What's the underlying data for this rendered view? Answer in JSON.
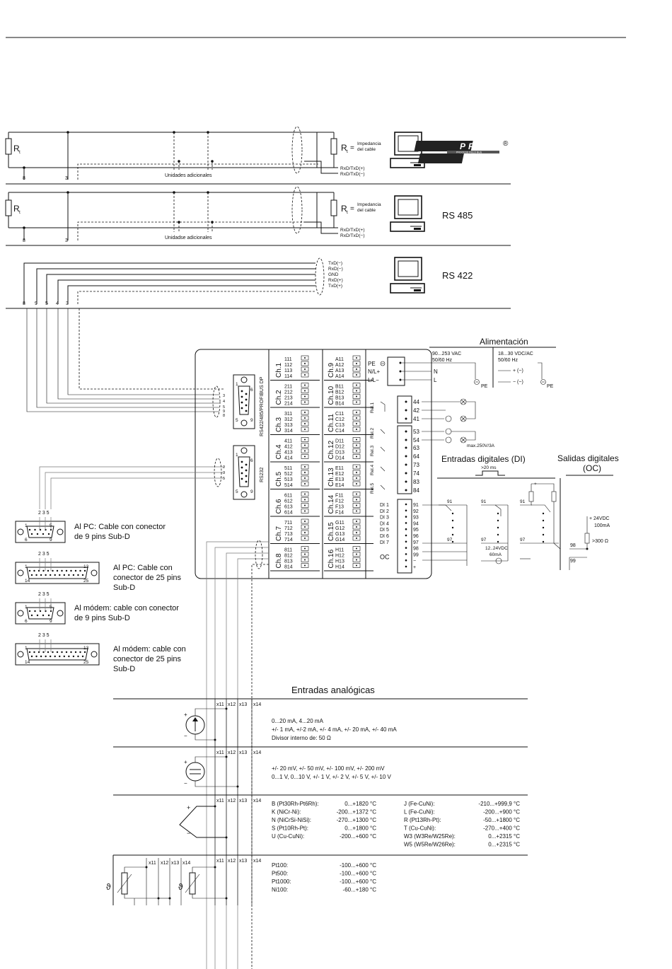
{
  "bus": {
    "profibus": {
      "r_label": "R",
      "r_sub": "t",
      "eq": "=",
      "impedance": [
        "Impedancia",
        "del cable"
      ],
      "signals": [
        "RxD/TxD(+)",
        "RxD/TxD(−)"
      ],
      "units": "Unidades adicionales",
      "terminals": [
        "8",
        "3"
      ],
      "logo_top": "PROFI",
      "logo_bottom": "BUS",
      "logo_reg": "®",
      "logo_small": "PROCESS FIELD BUS"
    },
    "rs485": {
      "r_label": "R",
      "r_sub": "t",
      "eq": "=",
      "impedance": [
        "Impedancia",
        "del cable"
      ],
      "signals": [
        "RxD/TxD(+)",
        "RxD/TxD(−)"
      ],
      "units": "Unidadse adicionales",
      "terminals": [
        "8",
        "3"
      ],
      "title": "RS 485"
    },
    "rs422": {
      "signals": [
        "TxD(−)",
        "RxD(−)",
        "GND",
        "RxD(+)",
        "TxD(+)"
      ],
      "terminals": [
        "8",
        "9",
        "5",
        "4",
        "3"
      ],
      "title": "RS 422"
    }
  },
  "device": {
    "port_a": "RS422/485/PROFIBUS DP",
    "port_b": "RS232",
    "port_a_pins": [
      "1",
      "6",
      "3",
      "4",
      "5",
      "9",
      "8",
      "5",
      "9"
    ],
    "port_b_pins": [
      "1",
      "6",
      "2",
      "3",
      "5",
      "5",
      "9"
    ],
    "channels_left": [
      {
        "name": "Ch.1",
        "terms": [
          "111",
          "112",
          "113",
          "114"
        ]
      },
      {
        "name": "Ch.2",
        "terms": [
          "211",
          "212",
          "213",
          "214"
        ]
      },
      {
        "name": "Ch.3",
        "terms": [
          "311",
          "312",
          "313",
          "314"
        ]
      },
      {
        "name": "Ch.4",
        "terms": [
          "411",
          "412",
          "413",
          "414"
        ]
      },
      {
        "name": "Ch.5",
        "terms": [
          "511",
          "512",
          "513",
          "514"
        ]
      },
      {
        "name": "Ch.6",
        "terms": [
          "611",
          "612",
          "613",
          "614"
        ]
      },
      {
        "name": "Ch.7",
        "terms": [
          "711",
          "712",
          "713",
          "714"
        ]
      },
      {
        "name": "Ch.8",
        "terms": [
          "811",
          "812",
          "813",
          "814"
        ]
      }
    ],
    "channels_right": [
      {
        "name": "Ch.9",
        "terms": [
          "A11",
          "A12",
          "A13",
          "A14"
        ]
      },
      {
        "name": "Ch.10",
        "terms": [
          "B11",
          "B12",
          "B13",
          "B14"
        ]
      },
      {
        "name": "Ch.11",
        "terms": [
          "C11",
          "C12",
          "C13",
          "C14"
        ]
      },
      {
        "name": "Ch.12",
        "terms": [
          "D11",
          "D12",
          "D13",
          "D14"
        ]
      },
      {
        "name": "Ch.13",
        "terms": [
          "E11",
          "E12",
          "E13",
          "E14"
        ]
      },
      {
        "name": "Ch.14",
        "terms": [
          "F11",
          "F12",
          "F13",
          "F14"
        ]
      },
      {
        "name": "Ch.15",
        "terms": [
          "G11",
          "G12",
          "G13",
          "G14"
        ]
      },
      {
        "name": "Ch.16",
        "terms": [
          "H11",
          "H12",
          "H13",
          "H14"
        ]
      }
    ],
    "power_terms": [
      "PE",
      "N/L+",
      "L/L−"
    ],
    "relays": [
      "Rel.1",
      "Rel.2",
      "Rel.3",
      "Rel.4",
      "Rel.5"
    ],
    "relay_terms": [
      "44",
      "42",
      "41",
      "53",
      "54",
      "63",
      "64",
      "73",
      "74",
      "83",
      "84"
    ],
    "di_labels": [
      "DI 1",
      "DI 2",
      "DI 3",
      "DI 4",
      "DI 5",
      "DI 6",
      "DI 7",
      "OC"
    ],
    "di_terms": [
      "91",
      "92",
      "93",
      "94",
      "95",
      "96",
      "97",
      "98",
      "99",
      "−",
      "+"
    ]
  },
  "power": {
    "title": "Alimentación",
    "ac": [
      "90...253 VAC",
      "50/60 Hz"
    ],
    "dc": [
      "18...30 VDC/AC",
      "50/60 Hz"
    ],
    "n": "N",
    "l": "L",
    "pe": "PE",
    "plus": "+ (~)",
    "minus": "− (~)",
    "relay_max": "max.250V/3A"
  },
  "digital_in": {
    "title": "Entradas digitales (DI)",
    "pulse": ">20 ms",
    "t91": "91",
    "t97": "97",
    "supply": [
      "12..24VDC",
      "60mA"
    ]
  },
  "digital_out": {
    "title": [
      "Salidas digitales",
      "(OC)"
    ],
    "supply": [
      "+ 24VDC",
      "100mA"
    ],
    "res": ">300 Ω",
    "t98": "98",
    "t99": "99"
  },
  "connectors": [
    {
      "pins_top": "2 3 5",
      "n1": "1",
      "n2": "5",
      "n3": "6",
      "n4": "9",
      "text": [
        "Al PC: Cable con conector",
        "de 9 pins Sub-D"
      ]
    },
    {
      "pins_top": "2 3 5",
      "n1": "1",
      "n2": "13",
      "n3": "14",
      "n4": "25",
      "text": [
        "Al PC: Cable con",
        "conector de 25 pins",
        "Sub-D"
      ]
    },
    {
      "pins_top": "2 3 5",
      "n1": "1",
      "n2": "5",
      "n3": "6",
      "n4": "9",
      "text": [
        "Al módem: cable con conector",
        "de 9 pins Sub-D"
      ]
    },
    {
      "pins_top": "2 3 5",
      "n1": "1",
      "n2": "13",
      "n3": "14",
      "n4": "25",
      "text": [
        "Al módem: cable con",
        "conector de 25 pins",
        "Sub-D"
      ]
    }
  ],
  "analog": {
    "title": "Entradas analógicas",
    "x_terms": [
      "x11",
      "x12",
      "x13",
      "x14"
    ],
    "current": [
      "0...20 mA, 4...20 mA",
      "+/- 1 mA, +/-2 mA, +/- 4 mA, +/- 20 mA, +/- 40 mA",
      "Divisor interno de: 50 Ω"
    ],
    "voltage": [
      "+/- 20 mV, +/- 50 mV, +/- 100 mV, +/- 200 mV",
      "0...1 V, 0...10 V, +/- 1 V, +/- 2 V, +/- 5 V, +/- 10 V"
    ],
    "tc_left": [
      [
        "B (Pt30Rh-Pt6Rh):",
        "0...+1820 °C"
      ],
      [
        "K (NiCr-Ni):",
        "-200...+1372 °C"
      ],
      [
        "N (NiCrSi-NiSi):",
        "-270...+1300 °C"
      ],
      [
        "S (Pt10Rh-Pt):",
        "0...+1800 °C"
      ],
      [
        "U (Cu-CuNi):",
        "-200...+600 °C"
      ]
    ],
    "tc_right": [
      [
        "J (Fe-CuNi):",
        "-210...+999,9 °C"
      ],
      [
        "L (Fe-CuNi):",
        "-200...+900 °C"
      ],
      [
        "R (Pt13Rh-Pt):",
        "-50...+1800 °C"
      ],
      [
        "T (Cu-CuNi):",
        "-270...+400 °C"
      ],
      [
        "W3 (W3Re/W25Re):",
        "0...+2315 °C"
      ],
      [
        "W5 (W5Re/W26Re):",
        "0...+2315 °C"
      ]
    ],
    "rtd": [
      [
        "Pt100:",
        "-100...+600 °C"
      ],
      [
        "Pt500:",
        "-100...+600 °C"
      ],
      [
        "Pt1000:",
        "-100...+600 °C"
      ],
      [
        "Ni100:",
        "-60...+180 °C"
      ]
    ],
    "plus": "+",
    "minus": "−",
    "theta": "ϑ"
  }
}
